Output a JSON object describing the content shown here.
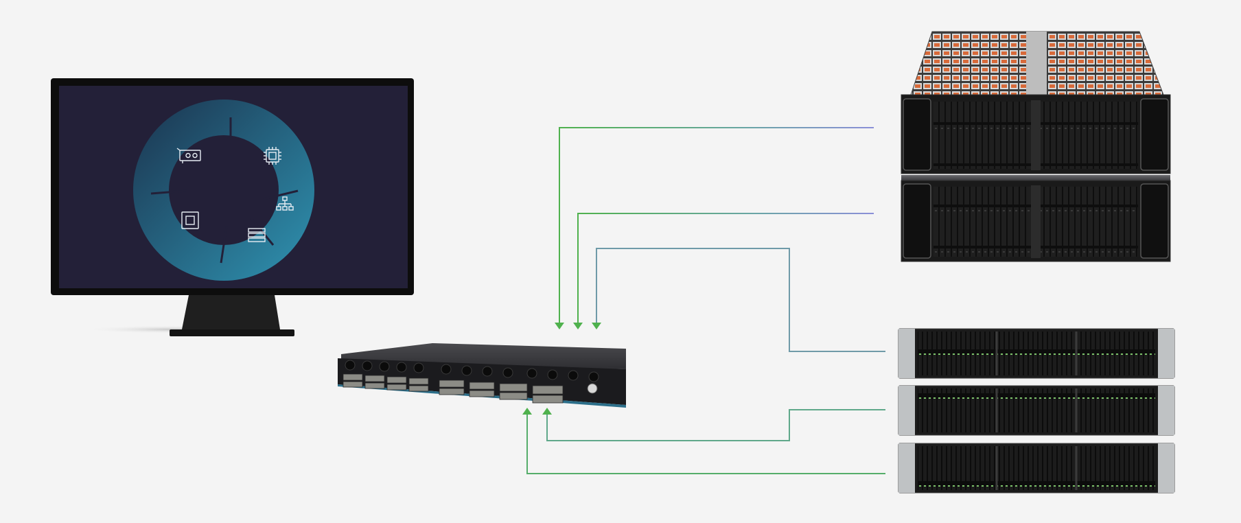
{
  "diagram": {
    "background": "#f4f4f4",
    "connector_colors": {
      "green": "#4fb14d",
      "blue": "#8b8fd8"
    },
    "monitor": {
      "screen_bg": "#232038",
      "ring_colors": [
        "#1e4d68",
        "#2d86a4"
      ],
      "segment_icons": [
        "gpu-card-icon",
        "cpu-chip-icon",
        "network-topology-icon",
        "server-stack-icon",
        "accelerator-chip-icon"
      ]
    },
    "nodes": [
      "monitor",
      "network-switch",
      "jbod-storage-enclosure",
      "jbod-storage-enclosure",
      "rack-server",
      "rack-server",
      "rack-server"
    ],
    "connections": [
      {
        "from": "jbod-storage-enclosure-1",
        "to": "network-switch"
      },
      {
        "from": "jbod-storage-enclosure-2",
        "to": "network-switch"
      },
      {
        "from": "rack-server-1",
        "to": "network-switch"
      },
      {
        "from": "rack-server-2",
        "to": "network-switch"
      },
      {
        "from": "rack-server-3",
        "to": "network-switch"
      }
    ]
  }
}
